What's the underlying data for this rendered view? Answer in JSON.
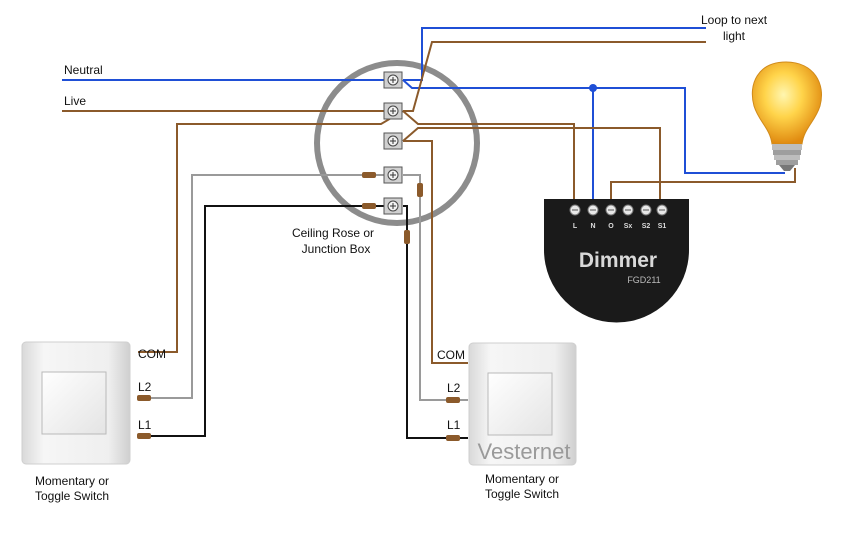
{
  "labels": {
    "neutral": "Neutral",
    "live": "Live",
    "loop_line1": "Loop to next",
    "loop_line2": "light",
    "rose_line1": "Ceiling Rose or",
    "rose_line2": "Junction Box"
  },
  "dimmer": {
    "title": "Dimmer",
    "model": "FGD211",
    "terminals": [
      "L",
      "N",
      "O",
      "Sx",
      "S2",
      "S1"
    ]
  },
  "switch_left": {
    "com": "COM",
    "l2": "L2",
    "l1": "L1",
    "caption_line1": "Momentary or",
    "caption_line2": "Toggle Switch"
  },
  "switch_right": {
    "com": "COM",
    "l2": "L2",
    "l1": "L1",
    "brand": "Vesternet",
    "caption_line1": "Momentary or",
    "caption_line2": "Toggle Switch"
  },
  "colors": {
    "neutral": "#1f4fd6",
    "live": "#8b5a2b",
    "grey_wire": "#9a9a9a",
    "black_wire": "#111111"
  }
}
